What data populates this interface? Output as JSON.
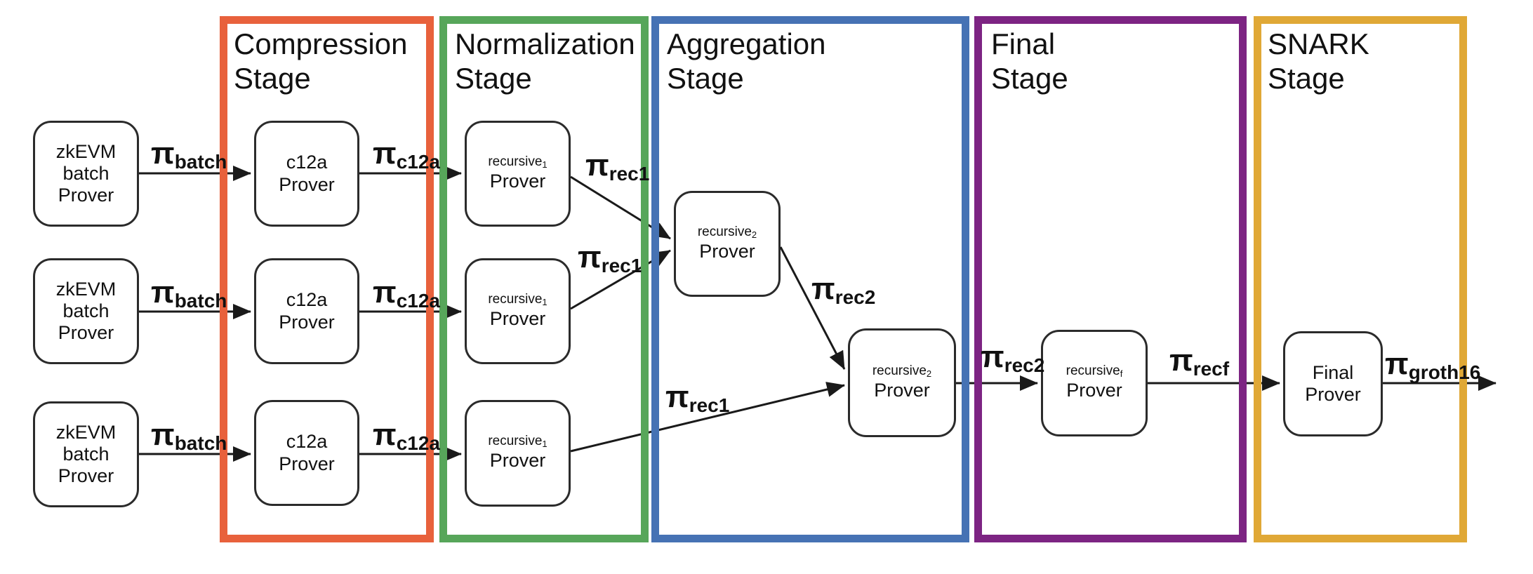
{
  "stages": [
    {
      "id": "compression",
      "title_lines": [
        "Compression",
        "Stage"
      ],
      "border_color": "#E8613C"
    },
    {
      "id": "normalization",
      "title_lines": [
        "Normalization",
        "Stage"
      ],
      "border_color": "#57A65A"
    },
    {
      "id": "aggregation",
      "title_lines": [
        "Aggregation",
        "Stage"
      ],
      "border_color": "#4672B4"
    },
    {
      "id": "final",
      "title_lines": [
        "Final",
        "Stage"
      ],
      "border_color": "#7D2483"
    },
    {
      "id": "snark",
      "title_lines": [
        "SNARK",
        "Stage"
      ],
      "border_color": "#E0A836"
    }
  ],
  "nodes": {
    "zkevm": {
      "lines": [
        "zkEVM",
        "batch",
        "Prover"
      ]
    },
    "c12a": {
      "lines": [
        "c12a",
        "Prover"
      ]
    },
    "recursive1": {
      "small_base": "recursive",
      "small_sub": "1",
      "main": "Prover"
    },
    "recursive2": {
      "small_base": "recursive",
      "small_sub": "2",
      "main": "Prover"
    },
    "recursivef": {
      "small_base": "recursive",
      "small_sub": "f",
      "main": "Prover"
    },
    "final": {
      "lines": [
        "Final",
        "Prover"
      ]
    }
  },
  "proofs": {
    "batch": {
      "base": "π",
      "sub": "batch"
    },
    "c12a": {
      "base": "π",
      "sub": "c12a"
    },
    "rec1": {
      "base": "π",
      "sub": "rec1"
    },
    "rec2": {
      "base": "π",
      "sub": "rec2"
    },
    "recf": {
      "base": "π",
      "sub": "recf"
    },
    "groth16": {
      "base": "π",
      "sub": "groth16"
    }
  },
  "arrow_color": "#1a1a1a"
}
